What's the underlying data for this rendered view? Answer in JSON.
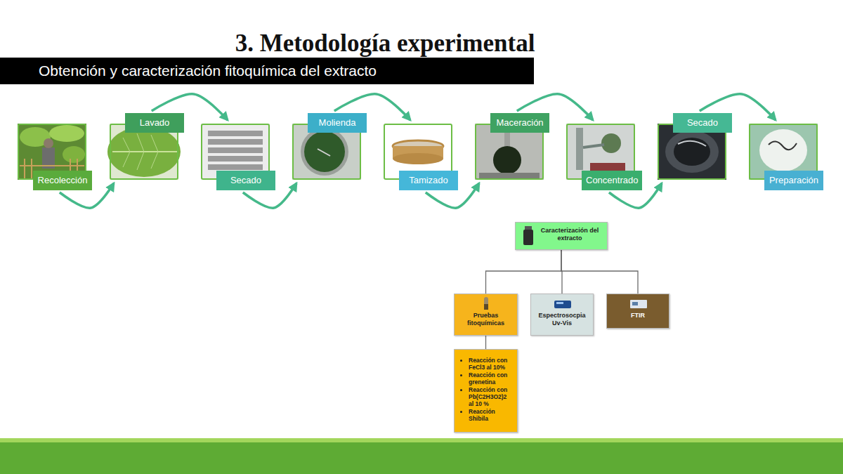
{
  "diagram": {
    "title": "3. Metodología experimental",
    "nodes": [
      {
        "text": [
          "Obtención y caracterización fitoquímica del extracto"
        ]
      },
      {
        "text": [
          "Recolección"
        ]
      },
      {
        "text": [
          "Lavado"
        ]
      },
      {
        "text": [
          "Secado"
        ]
      },
      {
        "text": [
          "Molienda"
        ]
      },
      {
        "text": [
          "Tamizado"
        ]
      },
      {
        "text": [
          "Maceración"
        ]
      },
      {
        "text": [
          "Concentrado"
        ]
      },
      {
        "text": [
          "Secado"
        ]
      },
      {
        "text": [
          "Preparación"
        ]
      },
      {
        "text": [
          "Caracterización del extracto"
        ]
      },
      {
        "text": [
          "Pruebas fitoquímicas"
        ]
      },
      {
        "text": [
          "Espectrosocpia Uv-Vis"
        ]
      },
      {
        "text": [
          "FTIR"
        ]
      },
      {
        "text": [
          "Reacción con FeCl3 al 10%",
          "Reacción con grenetina",
          "Reacción con Pb(C2H3O2)2 al 10 %",
          "Reacción Shibila"
        ]
      }
    ],
    "edges": [
      {
        "from": 1,
        "to": 2,
        "arrow": "to"
      },
      {
        "from": 2,
        "to": 3,
        "arrow": "to"
      },
      {
        "from": 3,
        "to": 4,
        "arrow": "to"
      },
      {
        "from": 4,
        "to": 5,
        "arrow": "to"
      },
      {
        "from": 5,
        "to": 6,
        "arrow": "to"
      },
      {
        "from": 6,
        "to": 7,
        "arrow": "to"
      },
      {
        "from": 7,
        "to": 8,
        "arrow": "to"
      },
      {
        "from": 8,
        "to": 9,
        "arrow": "to"
      },
      {
        "from": 10,
        "to": 11,
        "arrow": "none"
      },
      {
        "from": 10,
        "to": 12,
        "arrow": "none"
      },
      {
        "from": 10,
        "to": 13,
        "arrow": "none"
      },
      {
        "from": 11,
        "to": 14,
        "arrow": "none"
      }
    ]
  }
}
